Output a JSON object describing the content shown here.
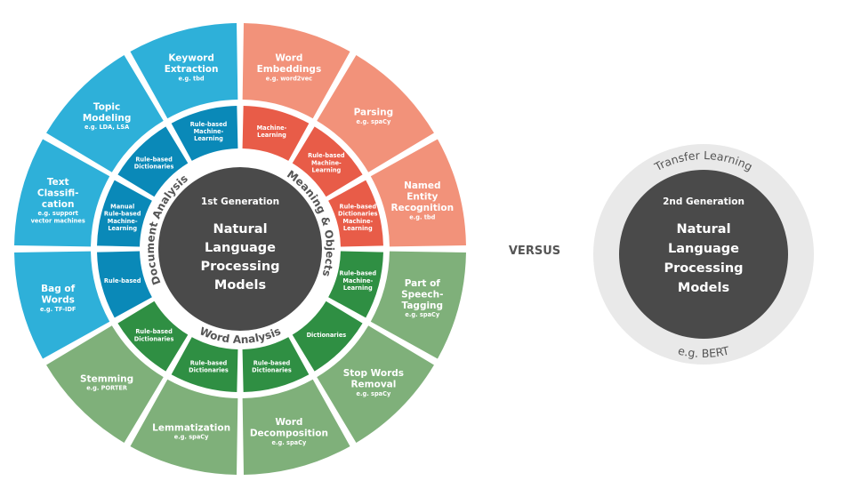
{
  "colors": {
    "blue_outer": "#2eb0d9",
    "blue_inner": "#0a89b8",
    "red_outer": "#f2927a",
    "red_inner": "#e85c48",
    "green_outer": "#7fb07a",
    "green_inner": "#2f8f43",
    "center": "#4a4a4a",
    "label_ring": "#ffffff",
    "second_ring": "#e9e9e9",
    "text_dark": "#555555"
  },
  "groups": [
    {
      "name": "Meaning & Objects",
      "color_key": "red"
    },
    {
      "name": "Word Analysis",
      "color_key": "green"
    },
    {
      "name": "Document Analysis",
      "color_key": "blue"
    }
  ],
  "outer_segments": [
    {
      "lines": [
        "Word",
        "Embeddings"
      ],
      "example": "e.g. word2vec",
      "color_key": "red"
    },
    {
      "lines": [
        "Parsing"
      ],
      "example": "e.g. spaCy",
      "color_key": "red"
    },
    {
      "lines": [
        "Named",
        "Entity",
        "Recognition"
      ],
      "example": "e.g. tbd",
      "color_key": "red"
    },
    {
      "lines": [
        "Part of",
        "Speech-",
        "Tagging"
      ],
      "example": "e.g. spaCy",
      "color_key": "green"
    },
    {
      "lines": [
        "Stop Words",
        "Removal"
      ],
      "example": "e.g. spaCy",
      "color_key": "green"
    },
    {
      "lines": [
        "Word",
        "Decomposition"
      ],
      "example": "e.g. spaCy",
      "color_key": "green"
    },
    {
      "lines": [
        "Lemmatization"
      ],
      "example": "e.g. spaCy",
      "color_key": "green"
    },
    {
      "lines": [
        "Stemming"
      ],
      "example": "e.g. PORTER",
      "color_key": "green"
    },
    {
      "lines": [
        "Bag of",
        "Words"
      ],
      "example": "e.g. TF-IDF",
      "color_key": "blue"
    },
    {
      "lines": [
        "Text",
        "Classifi-",
        "cation"
      ],
      "example": "e.g. support vector machines",
      "color_key": "blue"
    },
    {
      "lines": [
        "Topic",
        "Modeling"
      ],
      "example": "e.g. LDA, LSA",
      "color_key": "blue"
    },
    {
      "lines": [
        "Keyword",
        "Extraction"
      ],
      "example": "e.g. tbd",
      "color_key": "blue"
    }
  ],
  "inner_segments": [
    {
      "lines": [
        "Machine-",
        "Learning"
      ],
      "color_key": "red"
    },
    {
      "lines": [
        "Rule-based",
        "Machine-",
        "Learning"
      ],
      "color_key": "red"
    },
    {
      "lines": [
        "Rule-based",
        "Dictionaries",
        "Machine-",
        "Learning"
      ],
      "color_key": "red"
    },
    {
      "lines": [
        "Rule-based",
        "Machine-",
        "Learning"
      ],
      "color_key": "green"
    },
    {
      "lines": [
        "Dictionaries"
      ],
      "color_key": "green"
    },
    {
      "lines": [
        "Rule-based",
        "Dictionaries"
      ],
      "color_key": "green"
    },
    {
      "lines": [
        "Rule-based",
        "Dictionaries"
      ],
      "color_key": "green"
    },
    {
      "lines": [
        "Rule-based",
        "Dictionaries"
      ],
      "color_key": "green"
    },
    {
      "lines": [
        "Rule-based"
      ],
      "color_key": "blue"
    },
    {
      "lines": [
        "Manual",
        "Rule-based",
        "Machine-",
        "Learning"
      ],
      "color_key": "blue"
    },
    {
      "lines": [
        "Rule-based",
        "Dictionaries"
      ],
      "color_key": "blue"
    },
    {
      "lines": [
        "Rule-based",
        "Machine-",
        "Learning"
      ],
      "color_key": "blue"
    }
  ],
  "first_gen": {
    "generation": "1st Generation",
    "title_lines": [
      "Natural",
      "Language",
      "Processing",
      "Models"
    ]
  },
  "versus": "VERSUS",
  "second_gen": {
    "ring_top": "Transfer Learning",
    "ring_bottom": "e.g. BERT",
    "generation": "2nd Generation",
    "title_lines": [
      "Natural",
      "Language",
      "Processing",
      "Models"
    ]
  }
}
